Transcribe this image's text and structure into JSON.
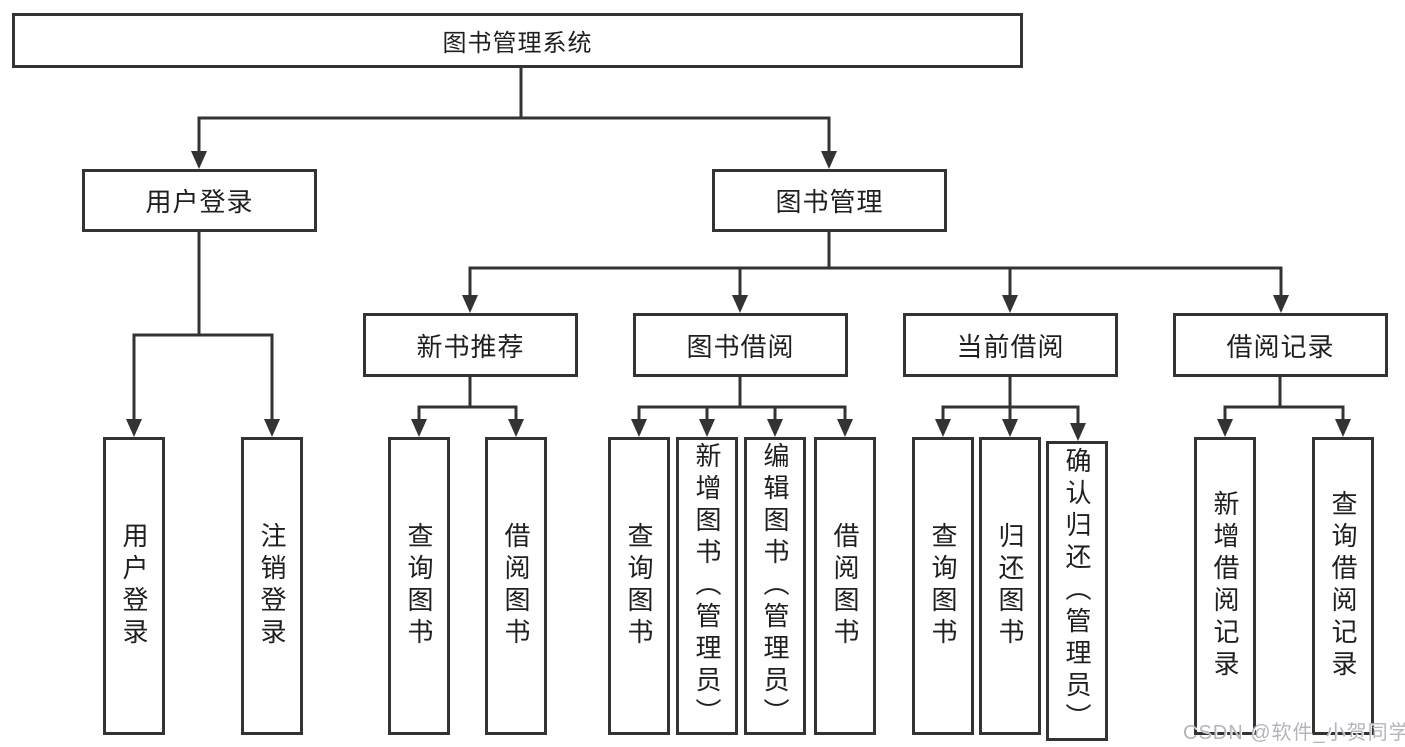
{
  "tree": {
    "root": "图书管理系统",
    "children": [
      {
        "label": "用户登录",
        "children": [
          "用户登录",
          "注销登录"
        ]
      },
      {
        "label": "图书管理",
        "children": [
          {
            "label": "新书推荐",
            "children": [
              "查询图书",
              "借阅图书"
            ]
          },
          {
            "label": "图书借阅",
            "children": [
              "查询图书",
              "新增图书（管理员）",
              "编辑图书（管理员）",
              "借阅图书"
            ]
          },
          {
            "label": "当前借阅",
            "children": [
              "查询图书",
              "归还图书",
              "确认归还（管理员）"
            ]
          },
          {
            "label": "借阅记录",
            "children": [
              "新增借阅记录",
              "查询借阅记录"
            ]
          }
        ]
      }
    ]
  },
  "watermark": {
    "text": "CSDN @软件_小贺同学"
  },
  "colors": {
    "line": "#333333",
    "box_border": "#333333",
    "text": "#1f1f1f",
    "watermark": "#b4b4bc",
    "background": "#ffffff"
  }
}
